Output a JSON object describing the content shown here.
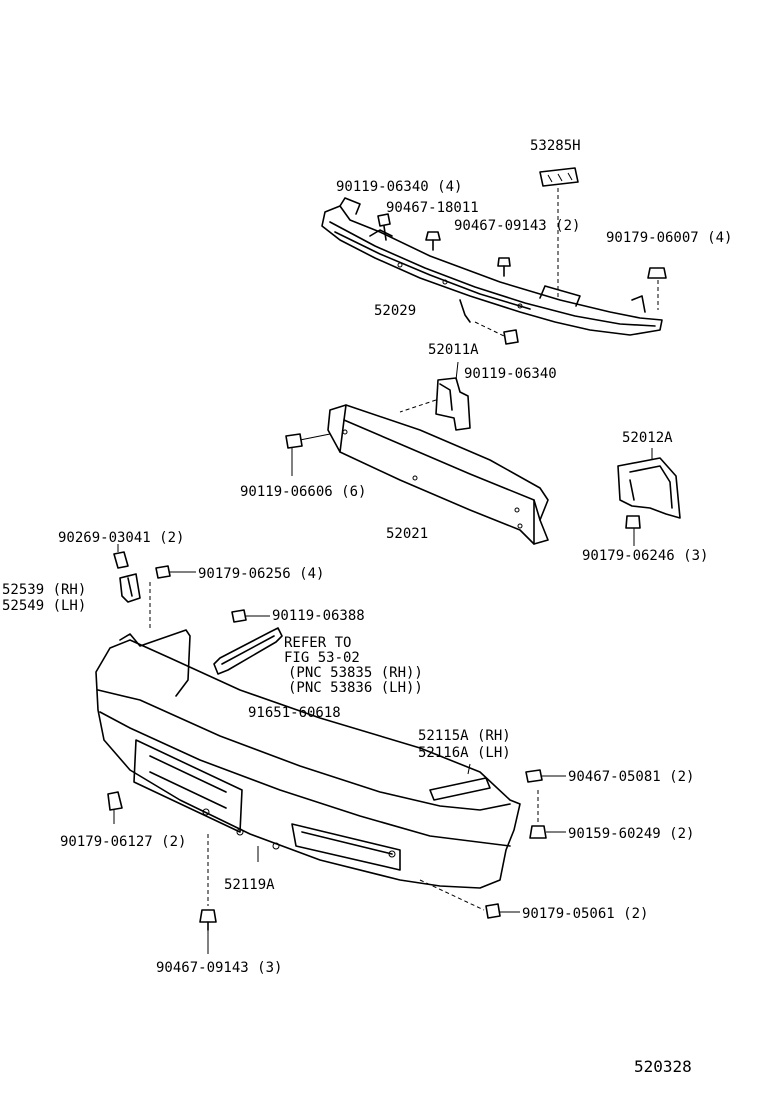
{
  "labels": {
    "l53285H": "53285H",
    "l90119_06340_4": "90119-06340 (4)",
    "l90467_18011": "90467-18011",
    "l90467_09143_2": "90467-09143 (2)",
    "l90179_06007_4": "90179-06007 (4)",
    "l52029": "52029",
    "l52011A": "52011A",
    "l90119_06340": "90119-06340",
    "l52012A": "52012A",
    "l90119_06606_6": "90119-06606 (6)",
    "l52021": "52021",
    "l90179_06246_3": "90179-06246 (3)",
    "l90269_03041_2": "90269-03041 (2)",
    "l52539_RH": "52539 (RH)",
    "l52549_LH": "52549 (LH)",
    "l90179_06256_4": "90179-06256 (4)",
    "l90119_06388": "90119-06388",
    "refer_to": "REFER TO",
    "fig_53_02": "FIG 53-02",
    "pnc_rh": "(PNC 53835 (RH))",
    "pnc_lh": "(PNC 53836 (LH))",
    "l91651_60618": "91651-60618",
    "l52115A_RH": "52115A (RH)",
    "l52116A_LH": "52116A (LH)",
    "l90467_05081_2": "90467-05081 (2)",
    "l90159_60249_2": "90159-60249 (2)",
    "l90179_06127_2": "90179-06127 (2)",
    "l52119A": "52119A",
    "l90179_05061_2": "90179-05061 (2)",
    "l90467_09143_3": "90467-09143 (3)",
    "figure_number": "520328"
  }
}
